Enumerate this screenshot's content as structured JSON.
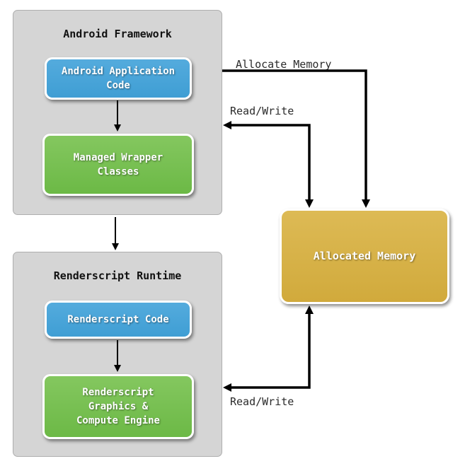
{
  "groups": [
    {
      "title": "Android Framework",
      "nodes": [
        {
          "label": "Android Application\nCode",
          "color": "blue"
        },
        {
          "label": "Managed Wrapper\nClasses",
          "color": "green"
        }
      ]
    },
    {
      "title": "Renderscript Runtime",
      "nodes": [
        {
          "label": "Renderscript Code",
          "color": "blue"
        },
        {
          "label": "Renderscript\nGraphics &\nCompute Engine",
          "color": "green"
        }
      ]
    }
  ],
  "memory": {
    "label": "Allocated Memory",
    "color": "gold"
  },
  "edges": {
    "allocate": {
      "label": "Allocate Memory"
    },
    "read_write_top": {
      "label": "Read/Write"
    },
    "read_write_bottom": {
      "label": "Read/Write"
    }
  },
  "colors": {
    "group_fill": "#d5d5d5",
    "node_blue": "#47a4d9",
    "node_green": "#79c153",
    "memory_gold": "#d8b44a",
    "arrow": "#000000",
    "node_border": "#ffffff",
    "label_text": "#2b2b2b"
  }
}
